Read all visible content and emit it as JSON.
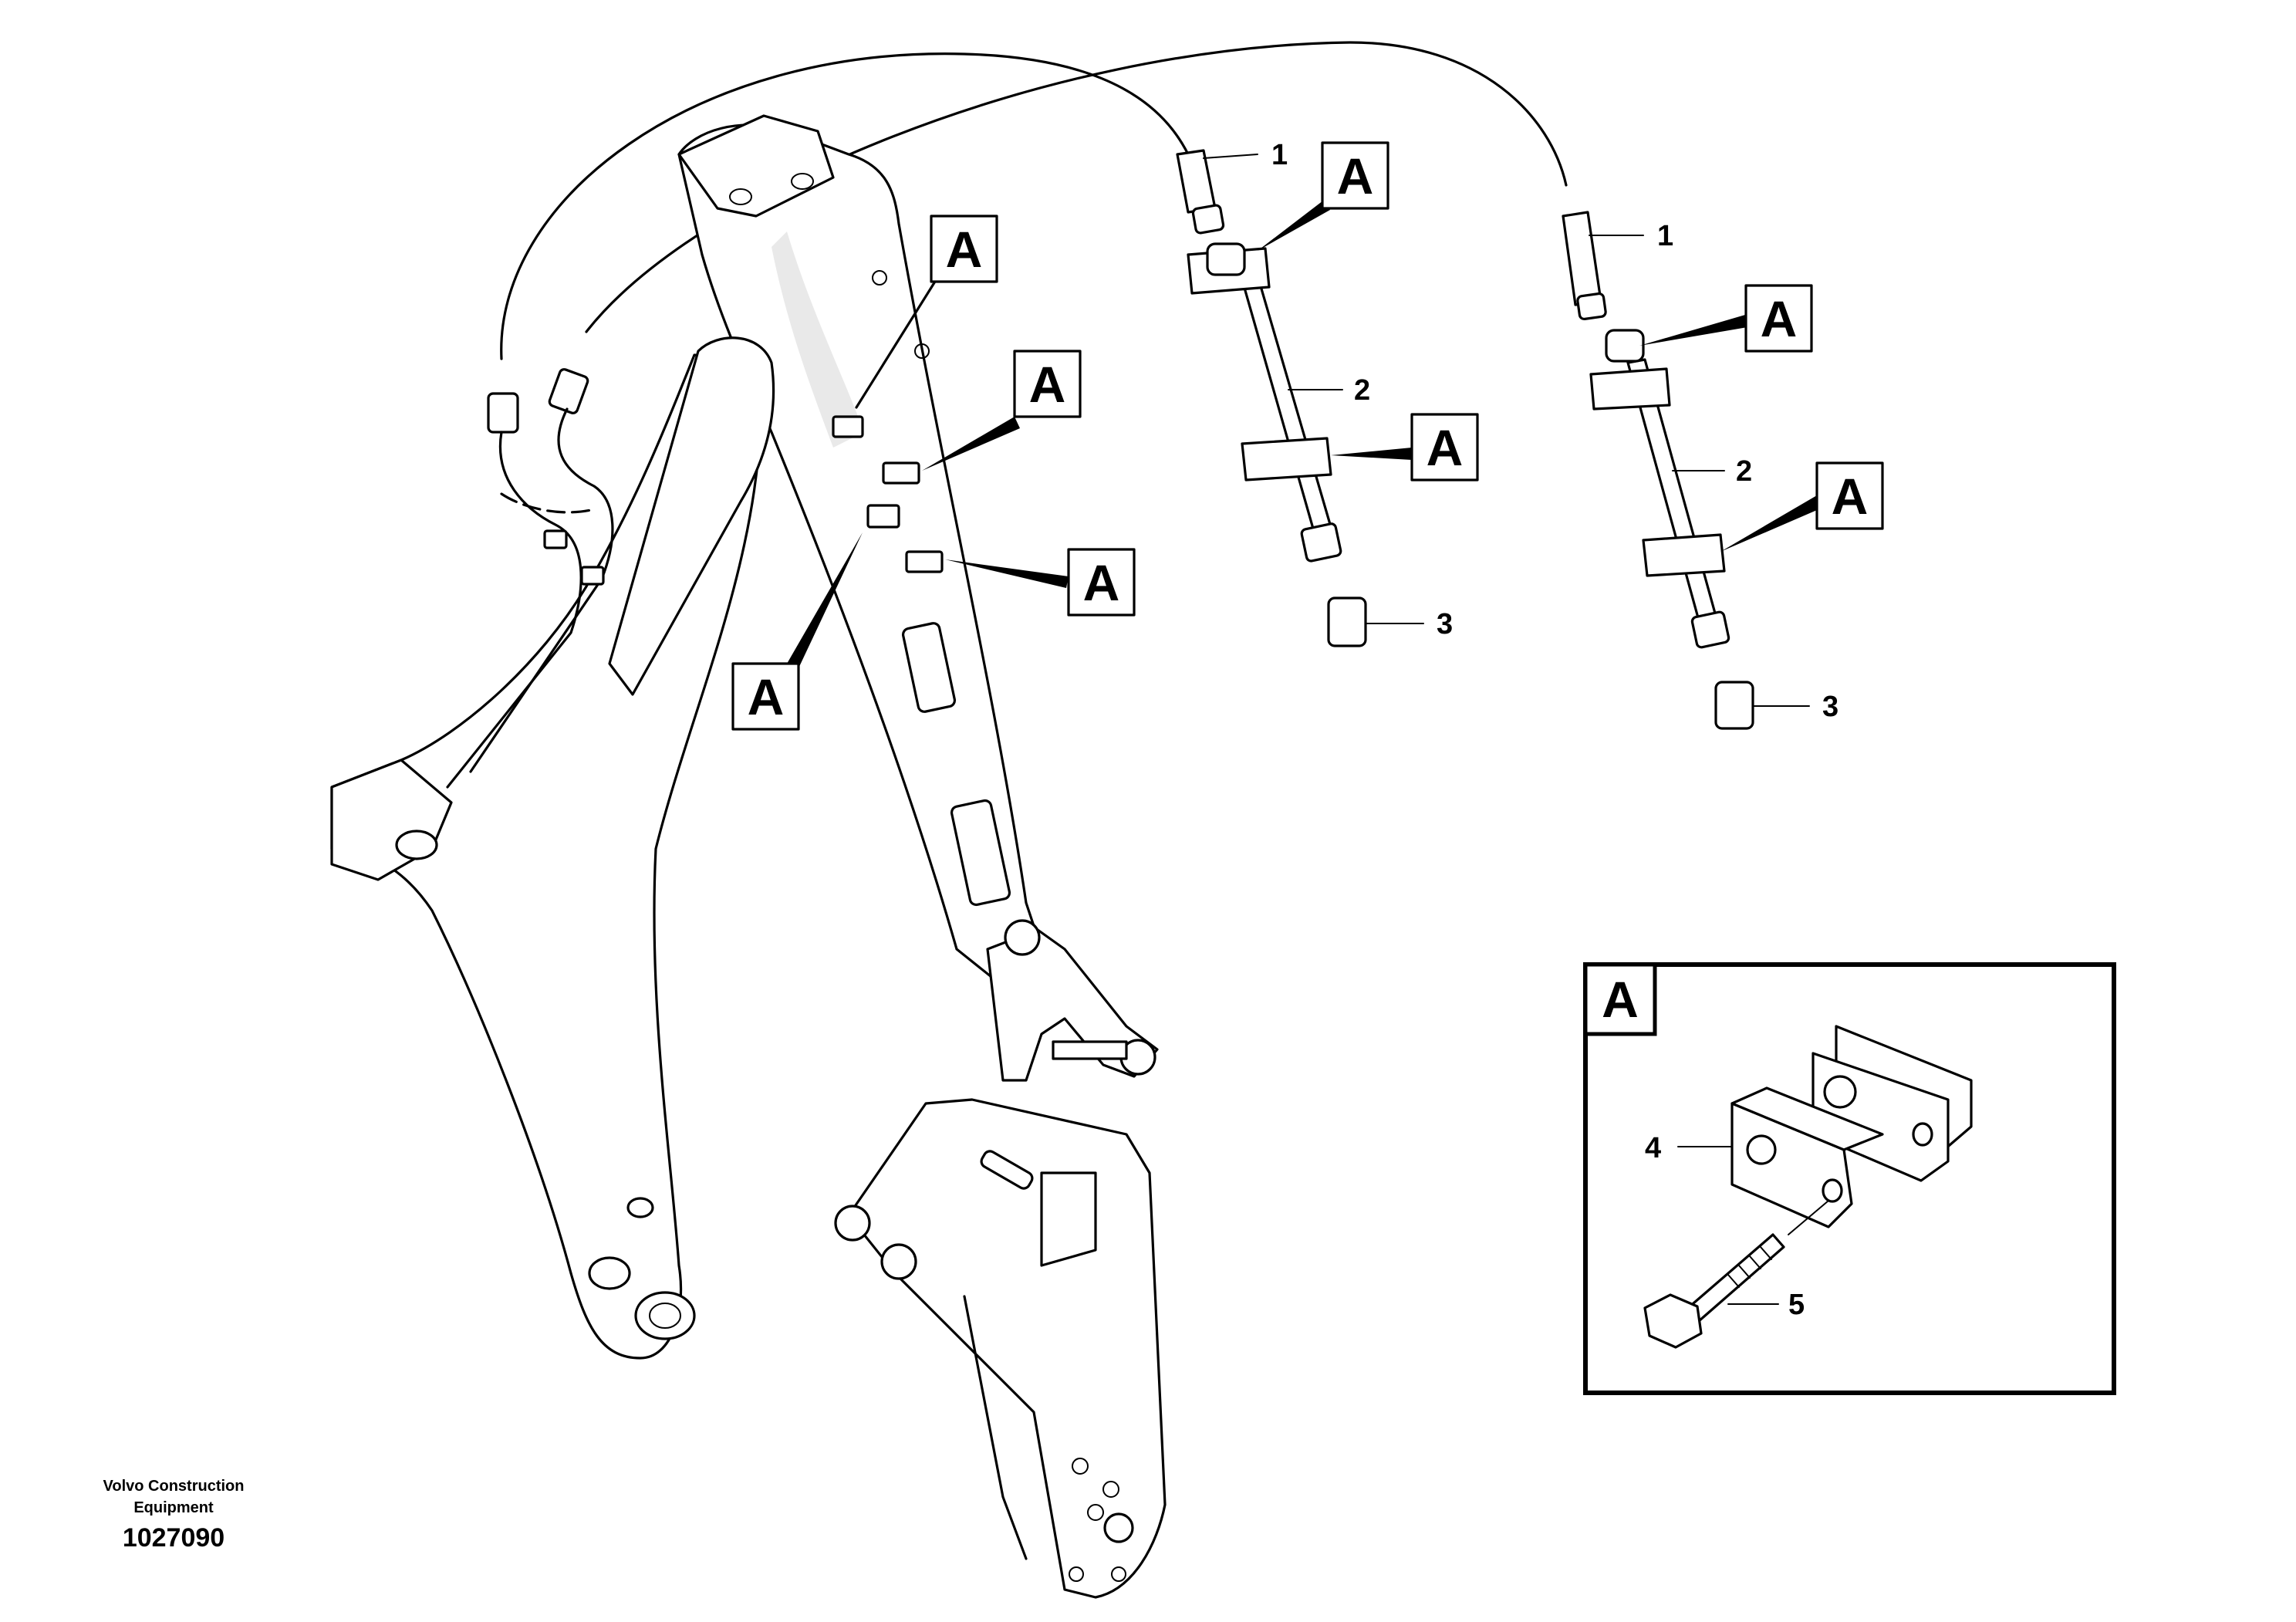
{
  "callouts": {
    "hose_1": "1",
    "pipe_2": "2",
    "nipple_3": "3",
    "clamp_4": "4",
    "screw_5": "5"
  },
  "detail_ref": "A",
  "detail_box": {
    "label": "A"
  },
  "footer": {
    "company_line1": "Volvo Construction",
    "company_line2": "Equipment",
    "drawing_number": "1027090"
  }
}
